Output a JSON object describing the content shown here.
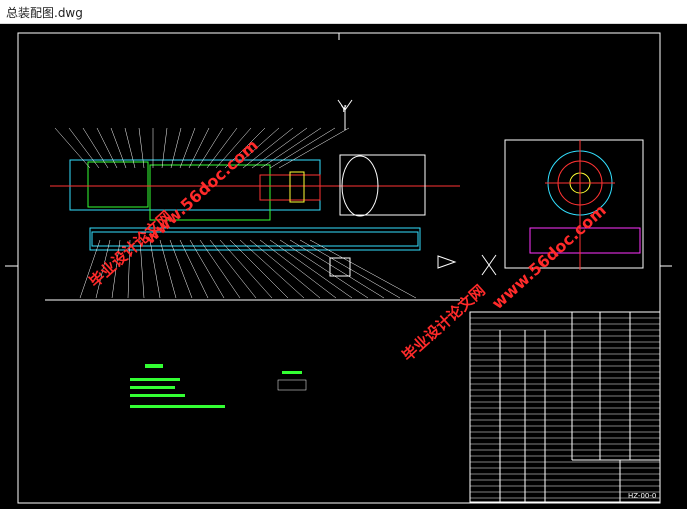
{
  "window": {
    "title": "总装配图.dwg"
  },
  "drawing": {
    "watermark_site": "www.56doc.com",
    "watermark_cn": "毕业设计论文网",
    "axis_label": "Y",
    "part_no": "HZ-00-0"
  },
  "colors": {
    "background": "#000000",
    "frame": "#ffffff",
    "machine": "#ff3333",
    "cyan": "#33e0ff",
    "green": "#33ff33",
    "yellow": "#ffff33",
    "magenta": "#ff33ff",
    "watermark": "#ff2a2a"
  }
}
